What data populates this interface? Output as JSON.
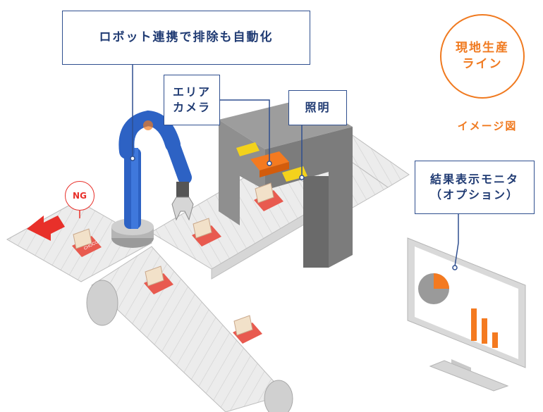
{
  "callouts": {
    "title": "ロボット連携で排除も自動化",
    "camera": "エリア\nカメラ",
    "lighting": "照明",
    "monitor": "結果表示モニタ\n（オプション）"
  },
  "badge": {
    "text": "現地生産\nライン",
    "caption": "イメージ図"
  },
  "ng_label": "NG",
  "product_label": "CHOCO",
  "colors": {
    "callout_border": "#2f4f8f",
    "callout_text": "#203b73",
    "accent_orange": "#f07a20",
    "ng_red": "#e8302a",
    "robot_blue": "#2d62c4",
    "conveyor": "#e9e9e9",
    "frame_gray": "#8a8a8a",
    "camera_orange": "#f47a20",
    "light_yellow": "#f3d21c"
  }
}
